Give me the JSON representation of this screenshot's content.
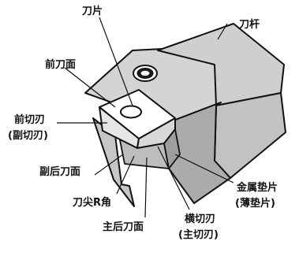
{
  "labels": {
    "insert": "刀片",
    "shank": "刀杆",
    "rake_face": "前刀面",
    "front_edge_line1": "前切刃",
    "front_edge_line2": "(副切刃)",
    "minor_flank": "副后刀面",
    "nose_radius": "刀尖R角",
    "major_flank": "主后刀面",
    "side_edge_line1": "横切刃",
    "side_edge_line2": "(主切刃)",
    "shim_line1": "金属垫片",
    "shim_line2": "(薄垫片)"
  },
  "colors": {
    "shank_top": "#d4d4d4",
    "shank_front": "#ababab",
    "shank_side": "#c2c2c2",
    "insert_top": "#ffffff",
    "insert_front": "#e6e6e6",
    "shim": "#bdbdbd",
    "outline": "#111111"
  }
}
